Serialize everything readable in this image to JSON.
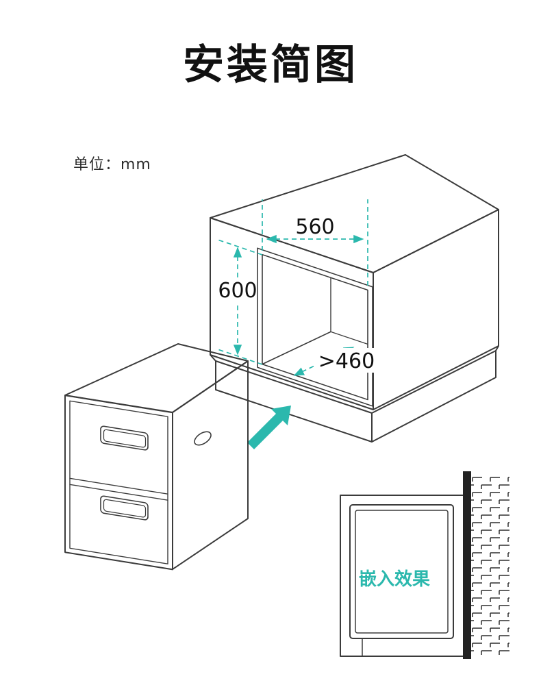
{
  "page": {
    "title": "安装简图",
    "unit_label": "单位：mm"
  },
  "dimensions": {
    "width_label": "560",
    "height_label": "600",
    "depth_label": ">460",
    "unit": "mm"
  },
  "embedded": {
    "label": "嵌入效果"
  },
  "icons": {
    "arrow": "insert-direction-arrow"
  },
  "colors": {
    "accent_teal": "#2BB8AD",
    "line_dark": "#3B3B3B",
    "wall_bar": "#222222",
    "text": "#111111"
  }
}
